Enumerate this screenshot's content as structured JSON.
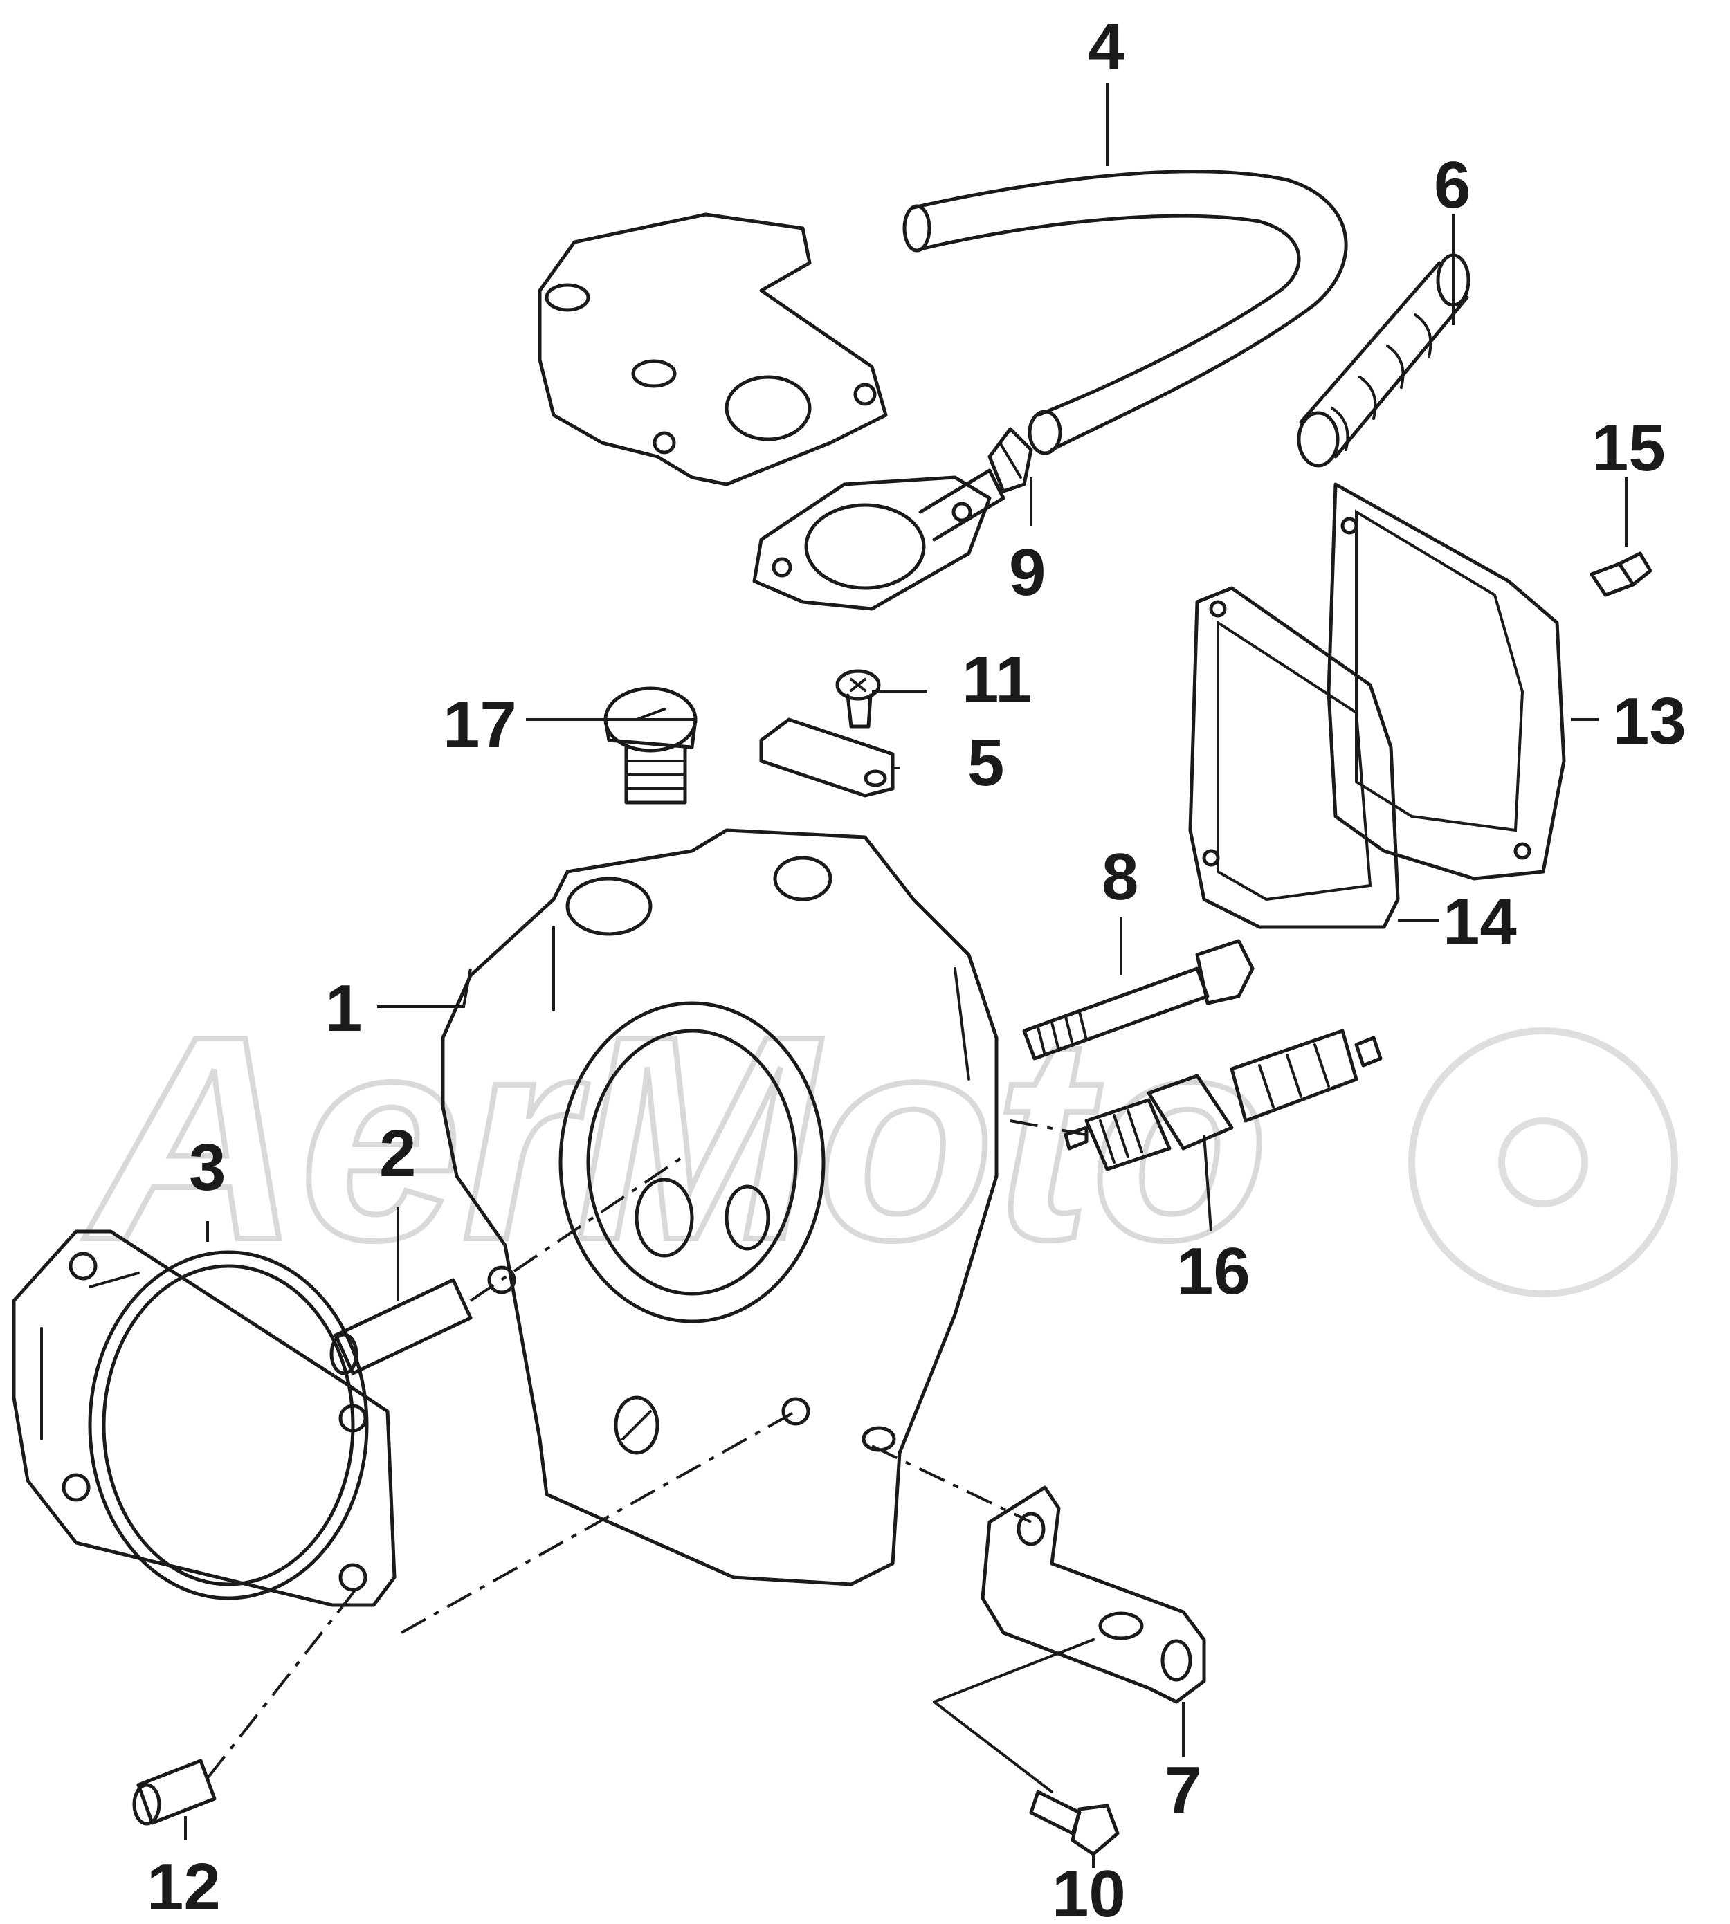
{
  "watermark": {
    "text": "AerMoto"
  },
  "callouts": [
    {
      "id": "1",
      "text": "1"
    },
    {
      "id": "2",
      "text": "2"
    },
    {
      "id": "3",
      "text": "3"
    },
    {
      "id": "4",
      "text": "4"
    },
    {
      "id": "5",
      "text": "5"
    },
    {
      "id": "6",
      "text": "6"
    },
    {
      "id": "7",
      "text": "7"
    },
    {
      "id": "8",
      "text": "8"
    },
    {
      "id": "9",
      "text": "9"
    },
    {
      "id": "10",
      "text": "10"
    },
    {
      "id": "11",
      "text": "11"
    },
    {
      "id": "12",
      "text": "12"
    },
    {
      "id": "13",
      "text": "13"
    },
    {
      "id": "14",
      "text": "14"
    },
    {
      "id": "15",
      "text": "15"
    },
    {
      "id": "16",
      "text": "16"
    },
    {
      "id": "17",
      "text": "17"
    }
  ]
}
